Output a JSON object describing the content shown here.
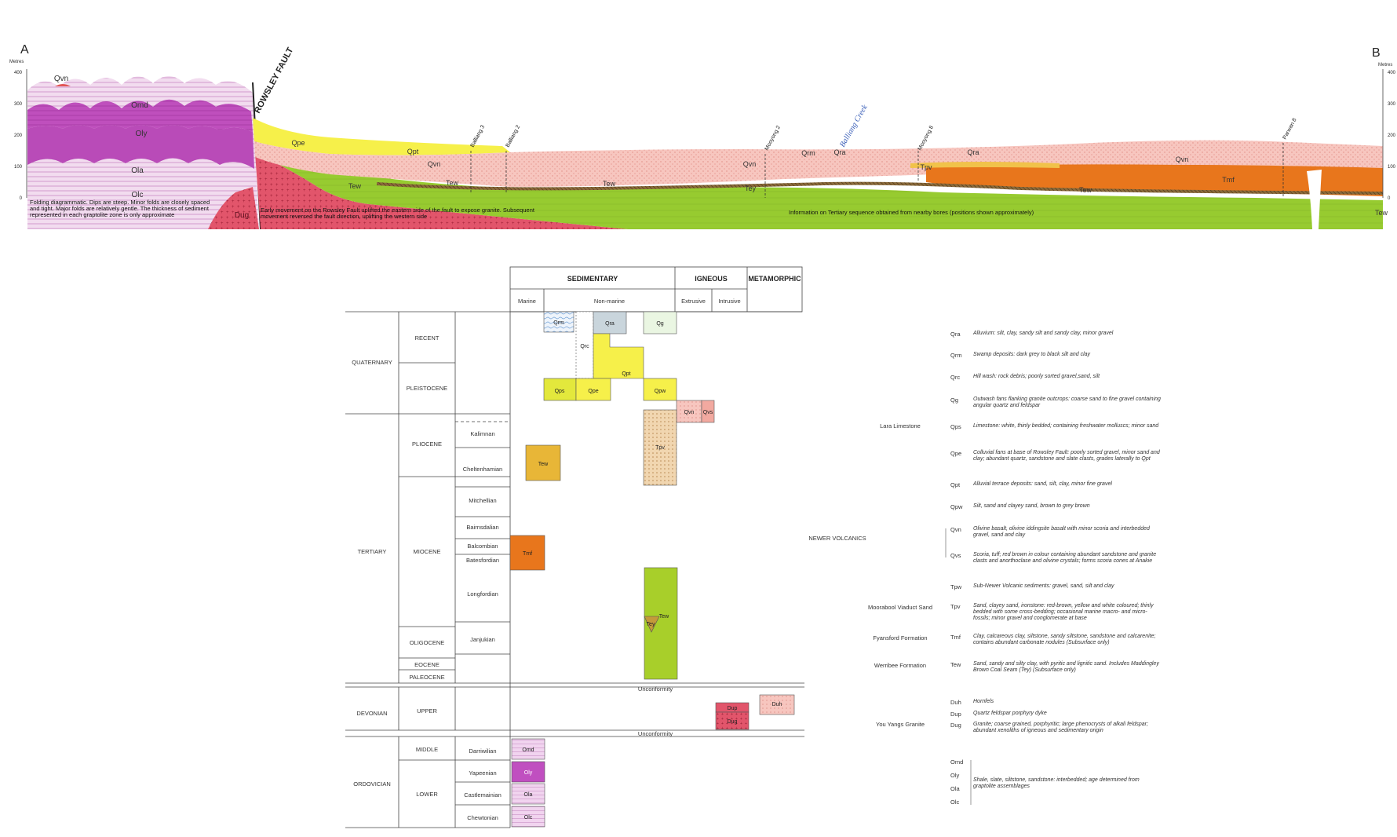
{
  "colors": {
    "ordovician_purple": "#c04fc0",
    "ordovician_pink": "#e8b8e6",
    "granite_red": "#e2556b",
    "basalt_pink": "#f7c6c0",
    "tertiary_green": "#9bcf2f",
    "fyansford_orange": "#e8761c",
    "colluvial_yellow": "#f6f04a",
    "pliocene_yellow": "#e8c240",
    "sand_tan": "#e6c8a0",
    "slate_blue": "#c9d5dc"
  },
  "section": {
    "end_left": "A",
    "end_right": "B",
    "unit_left": "Metres",
    "unit_right": "Metres",
    "ticks": [
      "400",
      "300",
      "200",
      "100",
      "0"
    ],
    "fault_label": "ROWSLEY FAULT",
    "creek_label": "Balliang Creek",
    "bores": [
      "Balliang 3",
      "Balliang 2",
      "Mooyong 2",
      "Mooyong 8",
      "Parwan 8"
    ],
    "units": [
      "Qvn",
      "Omd",
      "Oly",
      "Ola",
      "Olc",
      "Dug",
      "Qpe",
      "Qpt",
      "Qvn",
      "Tew",
      "Tew",
      "Tew",
      "Qvn",
      "Qrm",
      "Qra",
      "Tey",
      "Qra",
      "Tpv",
      "Qvn",
      "Tmf",
      "Tew",
      "Tew"
    ],
    "note_left": "Folding diagrammatic.  Dips are steep.  Minor folds are closely spaced and tight. Major folds are relatively gentle. The thickness of sediment represented in each graptolite zone is only approximate",
    "note_fault": "Early movement on the Rowsley Fault uplifted the eastern side of the fault to expose granite. Subsequent movement reversed the fault direction, uplifting the western side",
    "note_bores": "Information on Tertiary sequence obtained from nearby bores (positions shown approximately)"
  },
  "legend": {
    "headers": {
      "sedimentary": "SEDIMENTARY",
      "igneous": "IGNEOUS",
      "metamorphic": "METAMORPHIC"
    },
    "subheaders": {
      "marine": "Marine",
      "nonmarine": "Non-marine",
      "extrusive": "Extrusive",
      "intrusive": "Intrusive"
    },
    "periods": [
      "QUATERNARY",
      "TERTIARY",
      "DEVONIAN",
      "ORDOVICIAN"
    ],
    "epochs": [
      "RECENT",
      "PLEISTOCENE",
      "PLIOCENE",
      "MIOCENE",
      "OLIGOCENE",
      "EOCENE",
      "PALEOCENE",
      "UPPER",
      "MIDDLE",
      "LOWER"
    ],
    "stages": [
      "Kalimnan",
      "Cheltenhamian",
      "Mitchellian",
      "Bairnsdalian",
      "Balcombian",
      "Batesfordian",
      "Longfordian",
      "Janjukian",
      "Darriwilian",
      "Yapeenian",
      "Castlemainian",
      "Chewtonian"
    ],
    "boxes": [
      "Qrm",
      "Qrc",
      "Qra",
      "Qg",
      "Qpt",
      "Qps",
      "Qpe",
      "Qpw",
      "Qvn",
      "Qvs",
      "Tpv",
      "Tew",
      "Tmf",
      "Tew",
      "Tey",
      "Dup",
      "Dug",
      "Duh",
      "Omd",
      "Oly",
      "Ola",
      "Olc"
    ],
    "unconformity": "Unconformity",
    "formations": [
      "Lara Limestone",
      "NEWER VOLCANICS",
      "Moorabool Viaduct Sand",
      "Fyansford Formation",
      "Werribee Formation",
      "You Yangs Granite"
    ],
    "codes": [
      "Qra",
      "Qrm",
      "Qrc",
      "Qg",
      "Qps",
      "Qpe",
      "Qpt",
      "Qpw",
      "Qvn",
      "Qvs",
      "Tpw",
      "Tpv",
      "Tmf",
      "Tew",
      "Duh",
      "Dup",
      "Dug",
      "Omd",
      "Oly",
      "Ola",
      "Olc"
    ],
    "descriptions": [
      "Alluvium: silt, clay, sandy silt and sandy clay, minor gravel",
      "Swamp deposits: dark grey to black silt and clay",
      "Hill wash: rock debris; poorly sorted gravel,sand, silt",
      "Outwash fans flanking granite outcrops: coarse sand to fine gravel containing angular quartz and feldspar",
      "Limestone: white, thinly bedded; containing freshwater molluscs; minor sand",
      "Colluvial fans at base of Rowsley Fault: poorly sorted gravel, minor sand and clay; abundant quartz, sandstone and slate clasts, grades laterally to Qpt",
      "Alluvial terrace deposits: sand, silt, clay, minor fine gravel",
      "Silt, sand and clayey sand, brown to grey brown",
      "Olivine basalt, olivine iddingsite basalt with minor scoria and interbedded gravel, sand and clay",
      "Scoria, tuff; red brown in colour containing abundant sandstone and granite clasts and anorthoclase and olivine crystals; forms scoria cones at Anakie",
      "Sub-Newer Volcanic sediments: gravel, sand, silt and clay",
      "Sand, clayey sand, ironstone: red-brown, yellow and white coloured; thinly bedded with some cross-bedding; occasional marine macro- and micro-fossils; minor gravel and conglomerate at base",
      "Clay, calcareous clay, siltstone, sandy siltstone, sandstone and calcarenite; contains abundant carbonate nodules  (Subsurface only)",
      "Sand, sandy and silty clay, with pyritic and lignitic sand. Includes Maddingley Brown Coal Seam (Tey)  (Subsurface only)",
      "Hornfels",
      "Quartz feldspar porphyry dyke",
      "Granite; coarse grained, porphyritic; large phenocrysts of alkali feldspar; abundant xenoliths of igneous and sedimentary origin",
      "Shale, slate, siltstone, sandstone: interbedded; age determined from graptolite assemblages"
    ]
  }
}
